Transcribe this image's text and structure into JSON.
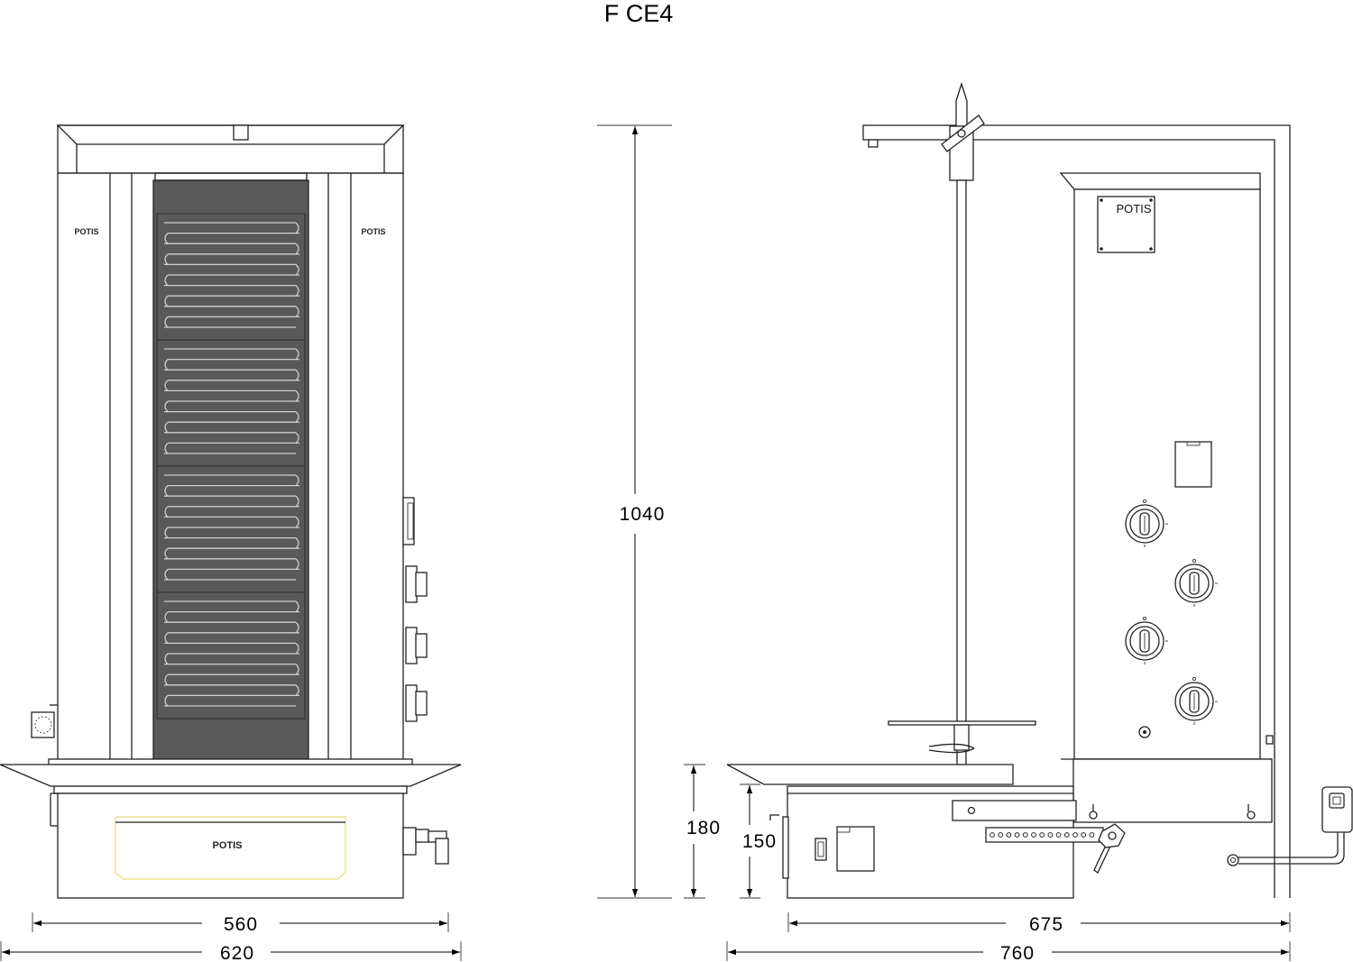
{
  "title": "F CE4",
  "brand": "POTIS",
  "dimensions": {
    "width_inner": "560",
    "width_outer": "620",
    "height_total": "1040",
    "height_base": "180",
    "height_lower": "150",
    "depth_inner": "675",
    "depth_outer": "760"
  },
  "colors": {
    "heater_panel": "#595959",
    "drawer_highlight": "#e8dd7a"
  }
}
